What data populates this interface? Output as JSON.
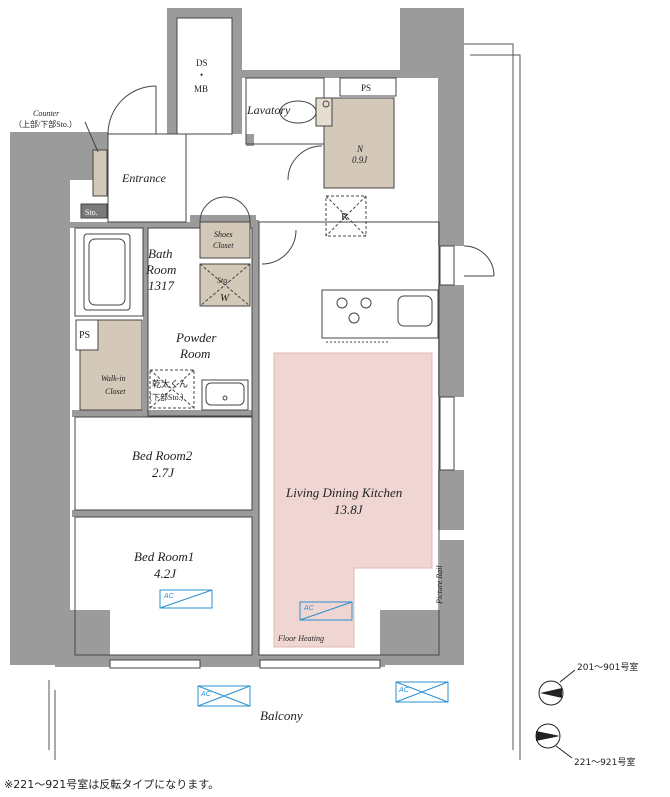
{
  "rooms": {
    "ds_mb": {
      "line1": "DS",
      "dot": "•",
      "line2": "MB"
    },
    "lavatory": "Lavatory",
    "ps_top": "PS",
    "n_closet": {
      "name": "N",
      "size": "0.9J"
    },
    "counter": {
      "line1": "Counter",
      "line2": "（上部/下部Sto.）"
    },
    "entrance": "Entrance",
    "sto_entrance": "Sto.",
    "bath": {
      "line1": "Bath",
      "line2": "Room",
      "line3": "1317"
    },
    "shoes_closet": {
      "line1": "Shoes",
      "line2": "Closet"
    },
    "sto_w": {
      "line1": "Sto.",
      "line2": "W"
    },
    "ps_left": "PS",
    "powder": {
      "line1": "Powder",
      "line2": "Room"
    },
    "walkin": {
      "line1": "Walk-in",
      "line2": "Closet"
    },
    "dryer": {
      "line1": "乾太くん",
      "line2": "（下部Sto.）"
    },
    "bedroom2": {
      "name": "Bed Room2",
      "size": "2.7J"
    },
    "ldk": {
      "name": "Living Dining Kitchen",
      "size": "13.8J"
    },
    "bedroom1": {
      "name": "Bed Room1",
      "size": "4.2J"
    },
    "picture_rail": "Picture Rail",
    "floor_heating": "Floor Heating",
    "balcony": "Balcony",
    "refrigerator_mark": "R"
  },
  "ac_label": "AC",
  "compass": {
    "top_label": "201～901号室",
    "bottom_label": "221～921号室"
  },
  "footnote": "※221～921号室は反転タイプになります。",
  "colors": {
    "wall": "#9b9b9b",
    "closet": "#d4c8b8",
    "floor_heating": "#f0d6d2",
    "ac": "#2a8fd0"
  }
}
